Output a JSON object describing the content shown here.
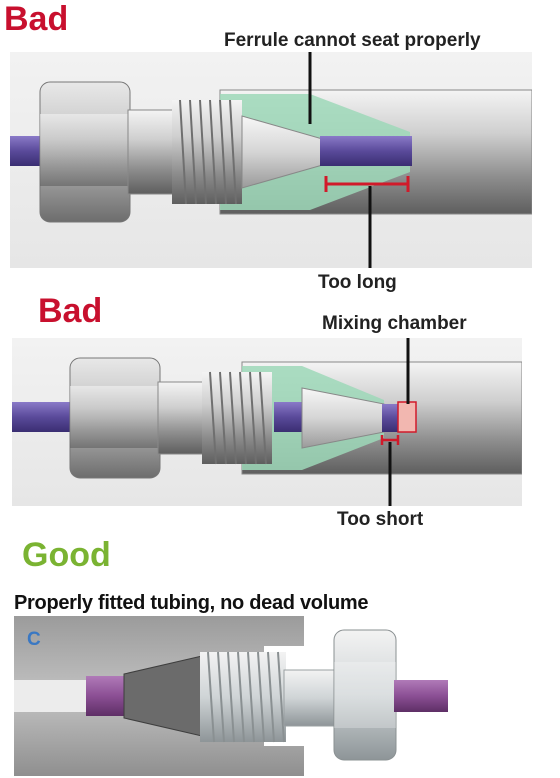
{
  "panel_bad_long": {
    "heading": "Bad",
    "annotation_top": "Ferrule cannot seat properly",
    "annotation_bottom": "Too long"
  },
  "panel_bad_short": {
    "heading": "Bad",
    "annotation_top": "Mixing chamber",
    "annotation_bottom": "Too short"
  },
  "panel_good": {
    "heading": "Good",
    "caption": "Properly fitted tubing, no dead volume",
    "corner_letter": "C"
  },
  "colors": {
    "bad": "#c8102e",
    "good": "#7ab332",
    "tubing_purple": "#5a4a9a",
    "tubing_violet": "#8b4f94",
    "dead_volume_green": "#9ed8b8",
    "marker_red": "#d11a2a"
  }
}
